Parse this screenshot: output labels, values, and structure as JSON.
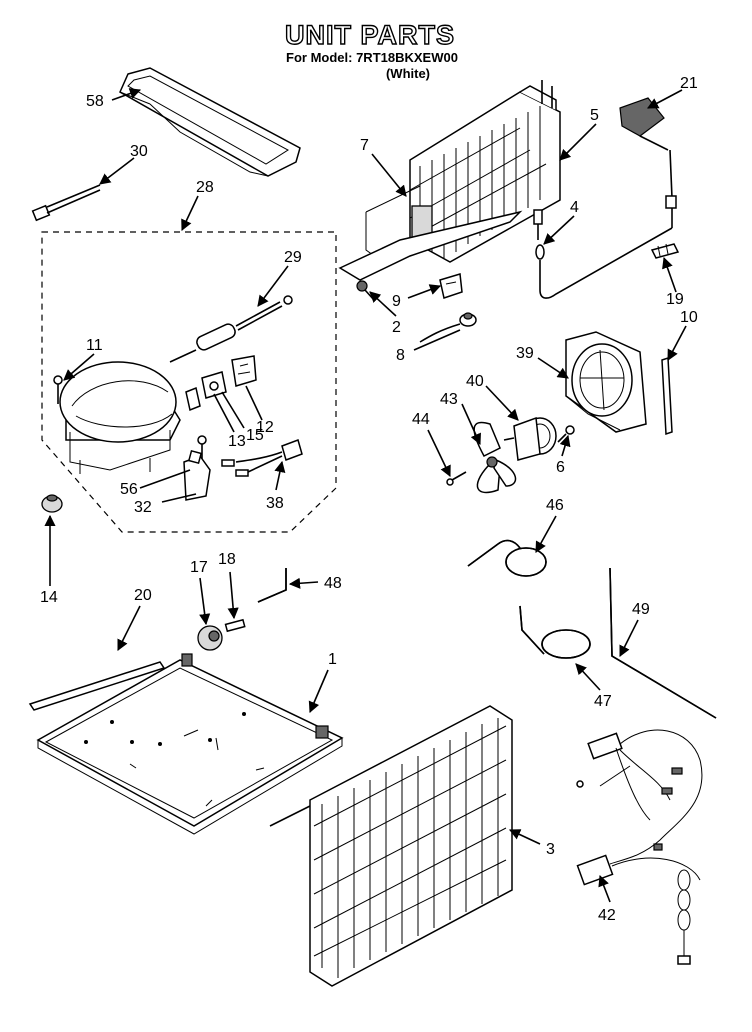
{
  "header": {
    "title": "UNIT PARTS",
    "model_line": "For Model: 7RT18BKXEW00",
    "color_line": "(White)"
  },
  "callouts": {
    "c58": "58",
    "c30": "30",
    "c28": "28",
    "c29": "29",
    "c11": "11",
    "c12": "12",
    "c13": "13",
    "c15": "15",
    "c56": "56",
    "c32": "32",
    "c38": "38",
    "c14": "14",
    "c7": "7",
    "c5": "5",
    "c21": "21",
    "c4": "4",
    "c9": "9",
    "c2": "2",
    "c19": "19",
    "c10": "10",
    "c8": "8",
    "c39": "39",
    "c40": "40",
    "c43": "43",
    "c44": "44",
    "c6": "6",
    "c46": "46",
    "c17": "17",
    "c18": "18",
    "c48": "48",
    "c20": "20",
    "c1": "1",
    "c49": "49",
    "c47": "47",
    "c3": "3",
    "c42": "42"
  }
}
